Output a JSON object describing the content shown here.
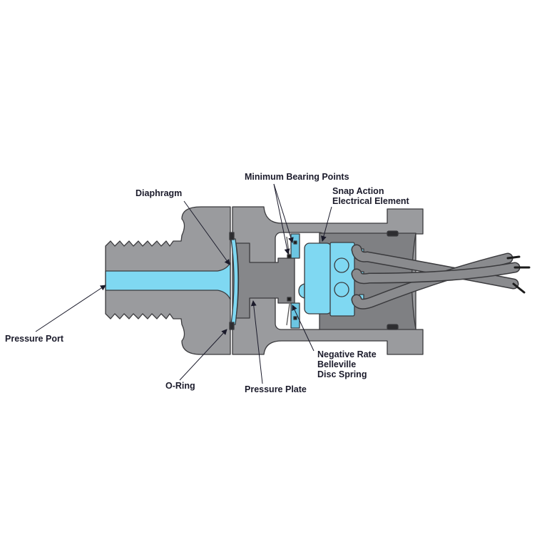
{
  "labels": {
    "minimum_bearing_points": "Minimum Bearing Points",
    "snap_action_line1": "Snap Action",
    "snap_action_line2": "Electrical Element",
    "diaphragm": "Diaphragm",
    "pressure_port": "Pressure Port",
    "o_ring": "O-Ring",
    "pressure_plate": "Pressure Plate",
    "belleville_line1": "Negative Rate",
    "belleville_line2": "Belleville",
    "belleville_line3": "Disc Spring"
  },
  "colors": {
    "body": "#9a9b9e",
    "dark_body": "#7f8083",
    "fluid": "#7fd8f2",
    "outline": "#3a3a3d",
    "text": "#1b1b2b"
  }
}
